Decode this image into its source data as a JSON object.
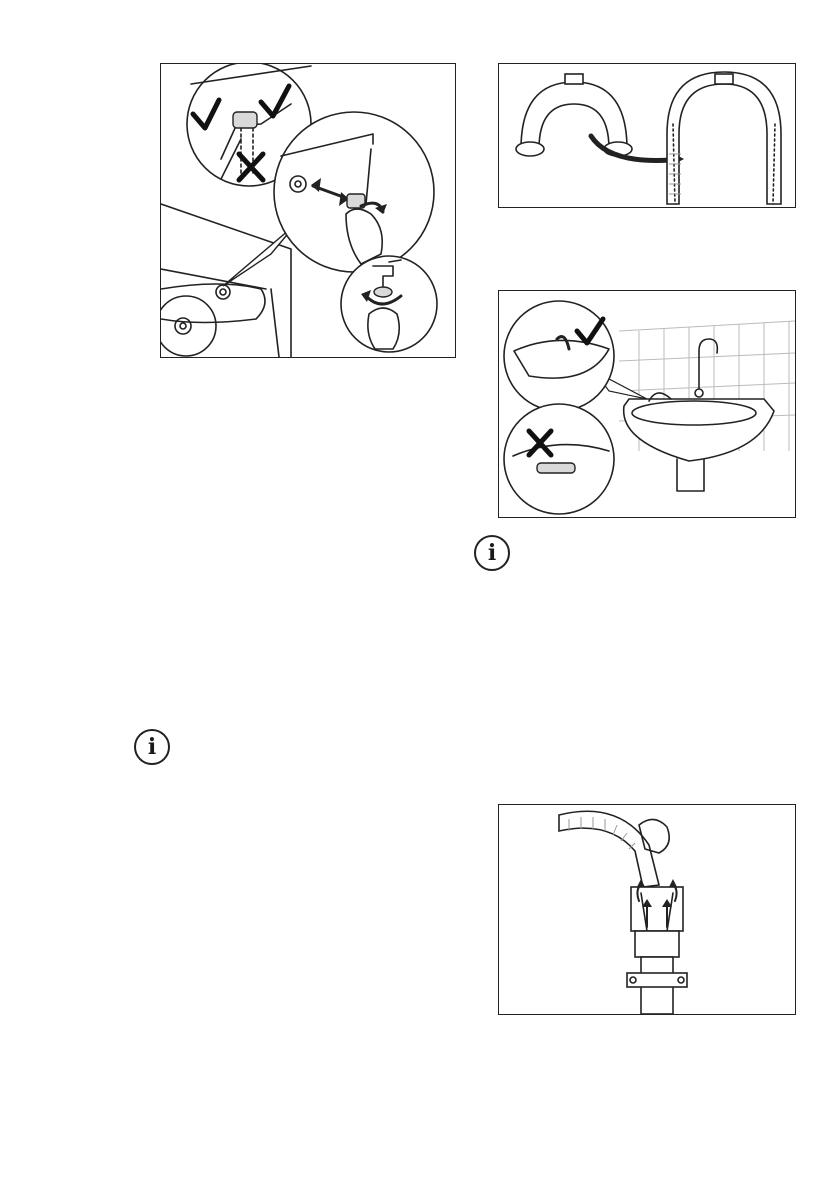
{
  "page": {
    "background": "#ffffff",
    "line_color": "#222222"
  },
  "figures": [
    {
      "id": "tap-connection",
      "icons": [
        "check-mark-icon",
        "cross-mark-icon",
        "tap-icon",
        "hand-icon",
        "rotate-arrow-icon"
      ]
    },
    {
      "id": "hose-guide",
      "icons": [
        "hose-guide-icon",
        "arrow-icon",
        "hose-icon"
      ]
    },
    {
      "id": "sink-placement",
      "icons": [
        "sink-icon",
        "faucet-icon",
        "check-mark-icon",
        "cross-mark-icon"
      ]
    },
    {
      "id": "drain-pipe",
      "icons": [
        "hose-icon",
        "hand-icon",
        "drain-pipe-icon",
        "arrow-icon"
      ]
    }
  ],
  "notes": [
    {
      "icon": "info-icon",
      "symbol": "i"
    },
    {
      "icon": "info-icon",
      "symbol": "i"
    }
  ]
}
